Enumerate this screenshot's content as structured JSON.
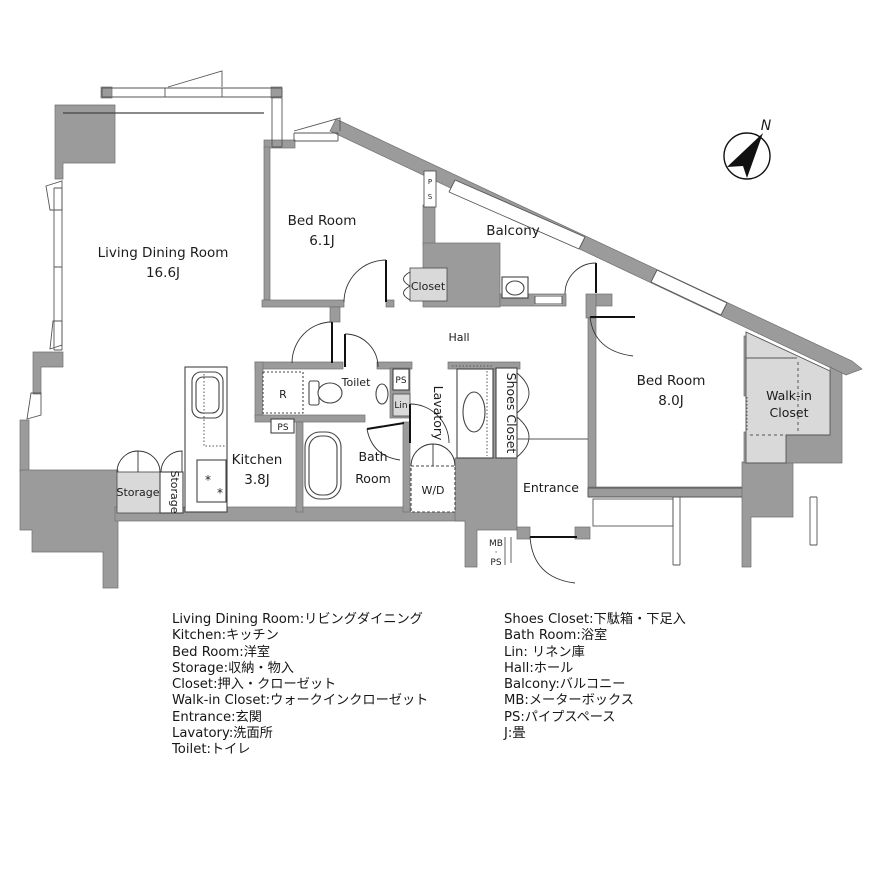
{
  "plan": {
    "compass": {
      "north_label": "N"
    },
    "colors": {
      "wall": "#9b9b9b",
      "closet_fill": "#d9d9d9",
      "background": "#ffffff"
    },
    "rooms": {
      "living_name": "Living Dining Room",
      "living_size": "16.6J",
      "bed1_name": "Bed Room",
      "bed1_size": "6.1J",
      "bed2_name": "Bed Room",
      "bed2_size": "8.0J",
      "kitchen_name": "Kitchen",
      "kitchen_size": "3.8J",
      "bath_line1": "Bath",
      "bath_line2": "Room",
      "walkin_line1": "Walk-in",
      "walkin_line2": "Closet",
      "balcony": "Balcony",
      "hall": "Hall",
      "entrance": "Entrance",
      "lavatory": "Lavatory",
      "shoes_closet": "Shoes Closet",
      "closet": "Closet",
      "toilet": "Toilet",
      "storage_h": "Storage",
      "storage_v": "Storage",
      "wd": "W/D",
      "fridge": "R",
      "ps_kitchen": "PS",
      "ps_lavatory": "PS",
      "lin": "Lin",
      "ps_slot_p": "P",
      "ps_slot_s": "S",
      "mb": "MB",
      "mb_dot": "·",
      "ps_meter": "PS"
    },
    "legend": {
      "left": [
        "Living Dining Room:リビングダイニング",
        "Kitchen:キッチン",
        "Bed Room:洋室",
        "Storage:収納・物入",
        "Closet:押入・クローゼット",
        "Walk-in Closet:ウォークインクローゼット",
        "Entrance:玄関",
        "Lavatory:洗面所",
        "Toilet:トイレ"
      ],
      "right": [
        "Shoes Closet:下駄箱・下足入",
        "Bath Room:浴室",
        "Lin: リネン庫",
        "Hall:ホール",
        "Balcony:バルコニー",
        "MB:メーターボックス",
        "PS:パイプスペース",
        "J:畳"
      ]
    }
  }
}
